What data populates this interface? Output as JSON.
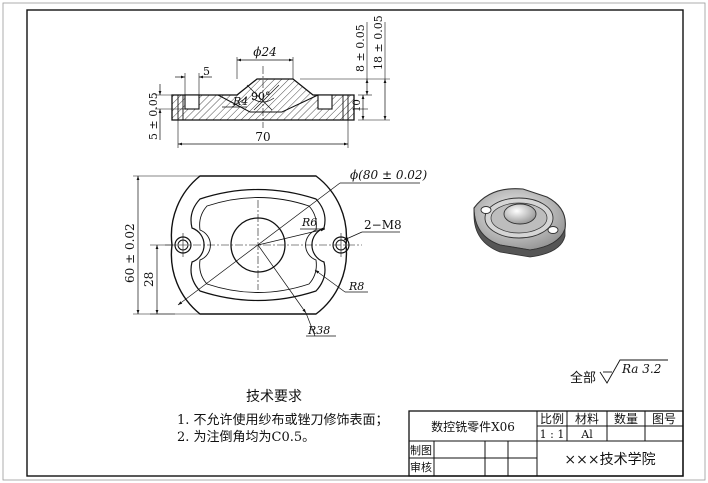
{
  "dims": {
    "phi24": "ϕ24",
    "d5_top": "5",
    "r4": "R4",
    "angle90": "90°",
    "d70": "70",
    "d8": "8 ± 0.05",
    "d18": "18 ± 0.05",
    "d10": "10",
    "d5_left": "5 ± 0.05",
    "phi80": "ϕ(80 ± 0.02)",
    "r6": "R6",
    "holes": "2−M8",
    "d60": "60 ± 0.02",
    "d28": "28",
    "r8": "R8",
    "r38": "R38"
  },
  "surface": {
    "prefix": "全部",
    "ra": "Ra 3.2"
  },
  "requirements": {
    "title": "技术要求",
    "items": [
      "1. 不允许使用纱布或锉刀修饰表面；",
      "2. 为注倒角均为C0.5。"
    ]
  },
  "title_block": {
    "part_name": "数控铣零件X06",
    "scale_label": "比例",
    "material_label": "材料",
    "qty_label": "数量",
    "drawing_no_label": "图号",
    "scale_value": "1 : 1",
    "material_value": "Al",
    "drawn_label": "制图",
    "checked_label": "审核",
    "school": "×××技术学院"
  }
}
